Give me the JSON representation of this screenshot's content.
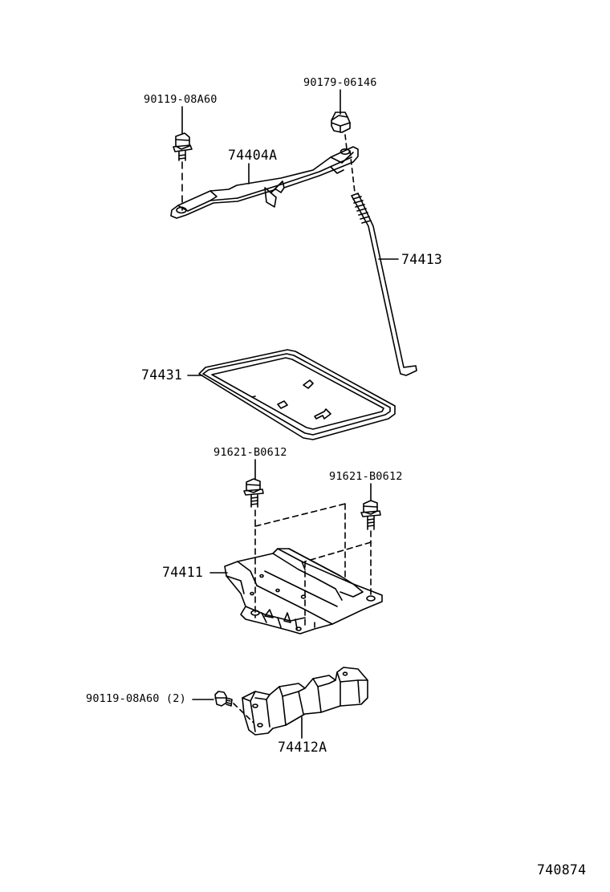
{
  "diagram": {
    "figure_code": "740874",
    "parts": {
      "bolt_clamp": "90119-08A60",
      "nut_clamp": "90179-06146",
      "battery_clamp": "74404A",
      "clamp_rod": "74413",
      "battery_tray": "74431",
      "bolt_tray_left": "91621-B0612",
      "bolt_tray_right": "91621-B0612",
      "tray_carrier": "74411",
      "bolt_stay": "90119-08A60 (2)",
      "carrier_stay": "74412A"
    }
  }
}
